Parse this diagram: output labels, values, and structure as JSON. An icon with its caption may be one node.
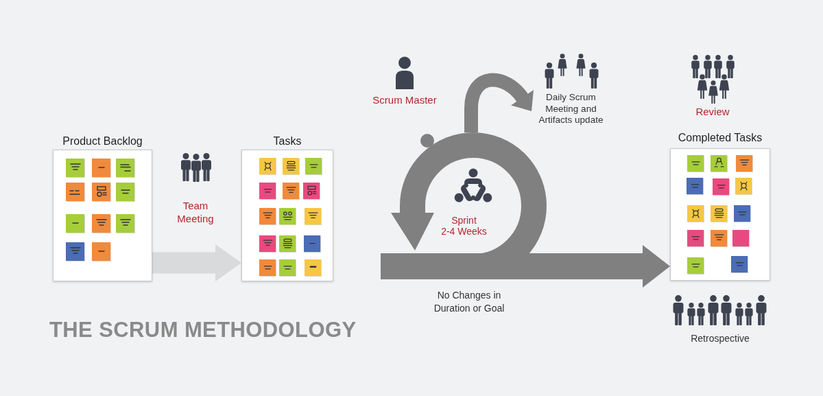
{
  "diagram": {
    "title": "THE SCRUM METHODOLOGY",
    "nodes": [
      {
        "text": [
          "Product Backlog"
        ]
      },
      {
        "text": [
          "Tasks"
        ]
      },
      {
        "text": [
          "Sprint",
          "2-4 Weeks"
        ],
        "beside": [
          "No Changes in Duration or Goal"
        ]
      },
      {
        "text": [
          "Daily Scrum Meeting and Artifacts update"
        ]
      },
      {
        "text": [
          "Completed Tasks"
        ]
      }
    ],
    "edges": [
      {
        "from": 0,
        "to": 1,
        "arrow": "to",
        "label": "Team Meeting",
        "color": "#d9dadc"
      },
      {
        "from": 2,
        "to": 3,
        "arrow": "to"
      },
      {
        "from": 2,
        "to": 4,
        "arrow": "to"
      }
    ],
    "labels": [
      "Scrum Master",
      "Review",
      "Retrospective"
    ]
  }
}
